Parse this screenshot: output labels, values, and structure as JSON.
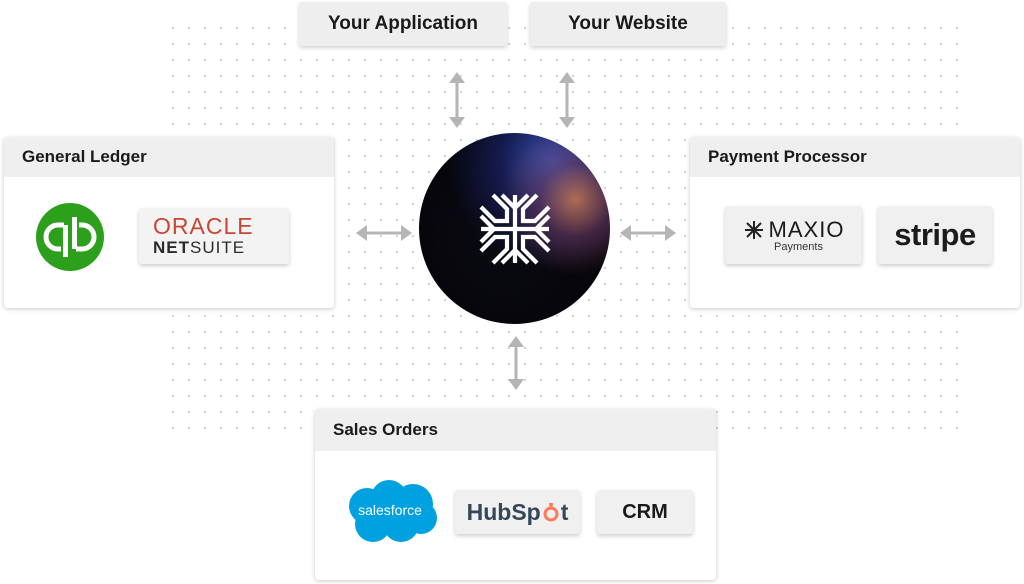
{
  "top": {
    "application": "Your Application",
    "website": "Your Website"
  },
  "general_ledger": {
    "title": "General Ledger",
    "oracle_line1": "ORACLE",
    "oracle_line2_a": "NET",
    "oracle_line2_b": "SUITE",
    "quickbooks_icon": "qb-logo"
  },
  "payment_processor": {
    "title": "Payment Processor",
    "maxio_name": "MAXIO",
    "maxio_sub": "Payments",
    "stripe": "stripe"
  },
  "sales_orders": {
    "title": "Sales Orders",
    "salesforce": "salesforce",
    "hubspot_a": "HubSp",
    "hubspot_b": "t",
    "crm": "CRM"
  },
  "colors": {
    "quickbooks": "#2ca01c",
    "oracle_red": "#c74634",
    "salesforce_blue": "#00a1e0",
    "hubspot_orange": "#ff7a59",
    "hubspot_navy": "#33475b",
    "arrow": "#b5b5b5"
  }
}
